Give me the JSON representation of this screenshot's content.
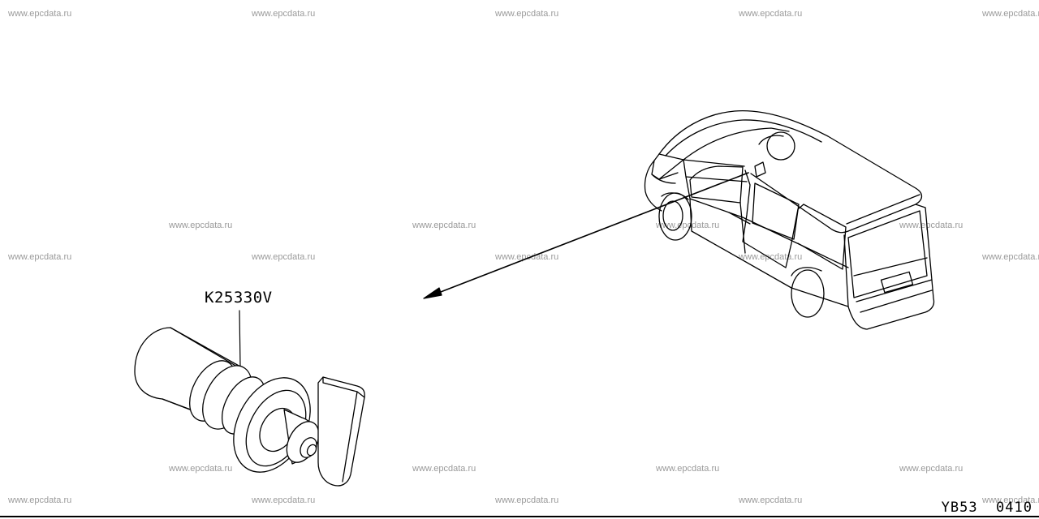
{
  "watermark_text": "www.epcdata.ru",
  "part_number": "K25330V",
  "diagram_code": "YB53  0410"
}
